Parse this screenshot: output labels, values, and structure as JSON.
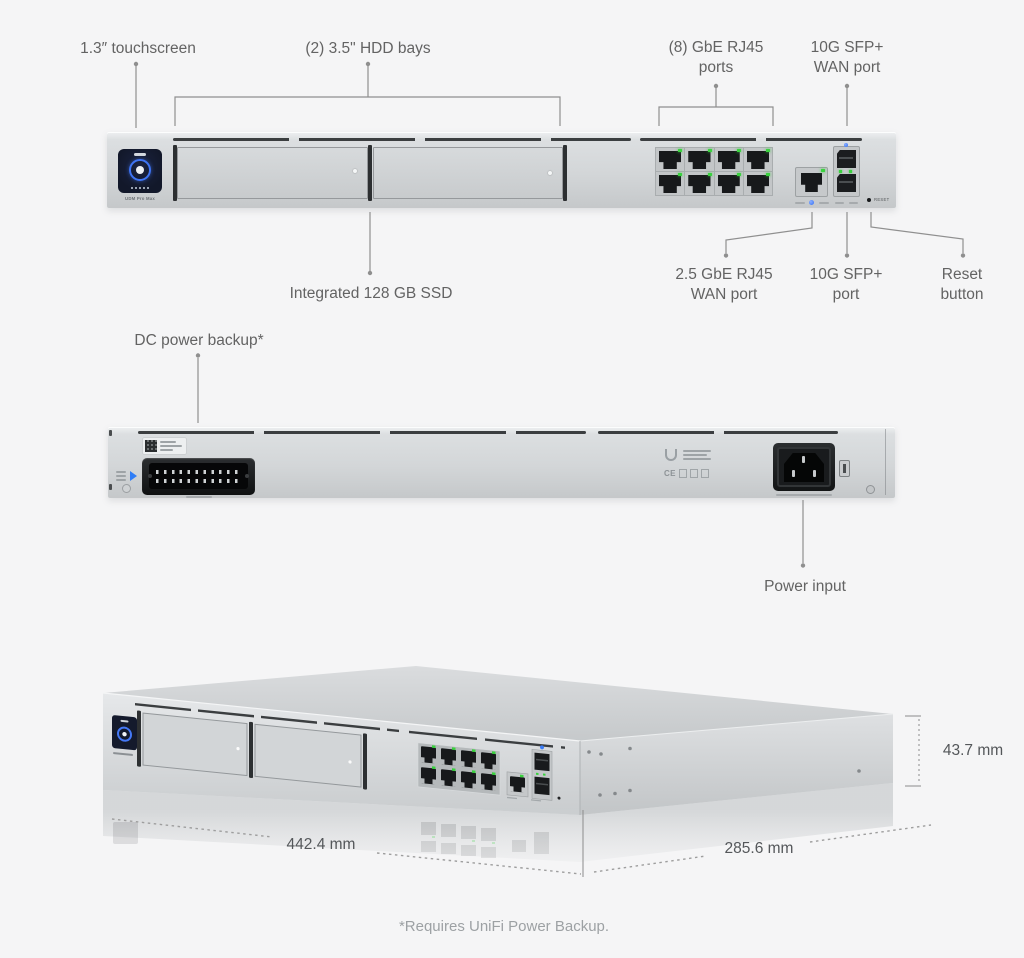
{
  "diagram": {
    "footnote": "*Requires UniFi Power Backup."
  },
  "colors": {
    "background": "#f5f5f6",
    "accent_blue": "#2f6df6",
    "led_green": "#3ad23f",
    "screen_navy": "#141a2c",
    "label_text": "#636363",
    "leader_line": "#8f8f8f"
  },
  "front_view": {
    "callouts": {
      "touchscreen": "1.3″ touchscreen",
      "hdd_bays": "(2) 3.5\" HDD bays",
      "gbe_ports": "(8) GbE RJ45 ports",
      "sfp_wan": "10G SFP+ WAN port",
      "ssd": "Integrated 128 GB SSD",
      "rj45_wan": "2.5 GbE RJ45 WAN port",
      "sfp_lan": "10G SFP+ port",
      "reset": "Reset button"
    },
    "device": {
      "model_label": "UDM Pro Max",
      "reset_label": "RESET"
    }
  },
  "back_view": {
    "callouts": {
      "dc_backup": "DC power backup*",
      "power_input": "Power input"
    },
    "cert_mark": "CE"
  },
  "iso_view": {
    "dimensions": {
      "width": "442.4 mm",
      "depth": "285.6 mm",
      "height": "43.7 mm"
    }
  }
}
